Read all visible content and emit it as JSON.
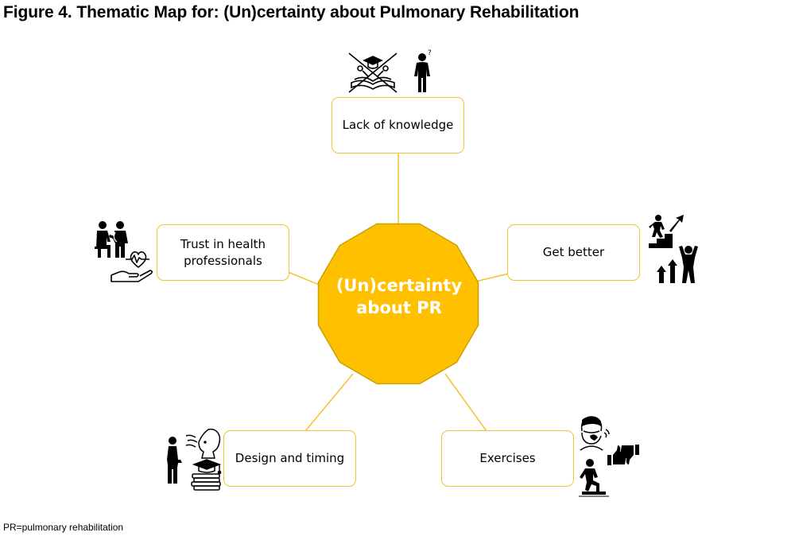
{
  "title": "Figure 4. Thematic Map for: (Un)certainty about Pulmonary Rehabilitation",
  "center": {
    "label": "(Un)certainty about PR"
  },
  "themes": [
    {
      "id": "lack-of-knowledge",
      "label": "Lack of knowledge"
    },
    {
      "id": "get-better",
      "label": "Get better"
    },
    {
      "id": "trust-in-health-professionals",
      "label": "Trust in health professionals"
    },
    {
      "id": "design-and-timing",
      "label": "Design and timing"
    },
    {
      "id": "exercises",
      "label": "Exercises"
    }
  ],
  "footnote": "PR=pulmonary rehabilitation",
  "colors": {
    "accent": "#f4c230",
    "center_fill": "#ffc000",
    "center_stroke": "#c9a100",
    "text": "#000000"
  },
  "icons": [
    "crossed-out-book-icon",
    "confused-person-icon",
    "climbing-stairs-icon",
    "success-bar-chart-icon",
    "doctor-patient-icon",
    "heart-in-hand-icon",
    "standing-person-icon",
    "breathing-person-icon",
    "book-stack-icon",
    "coughing-woman-icon",
    "thumbs-up-down-icon",
    "stepping-person-icon"
  ]
}
